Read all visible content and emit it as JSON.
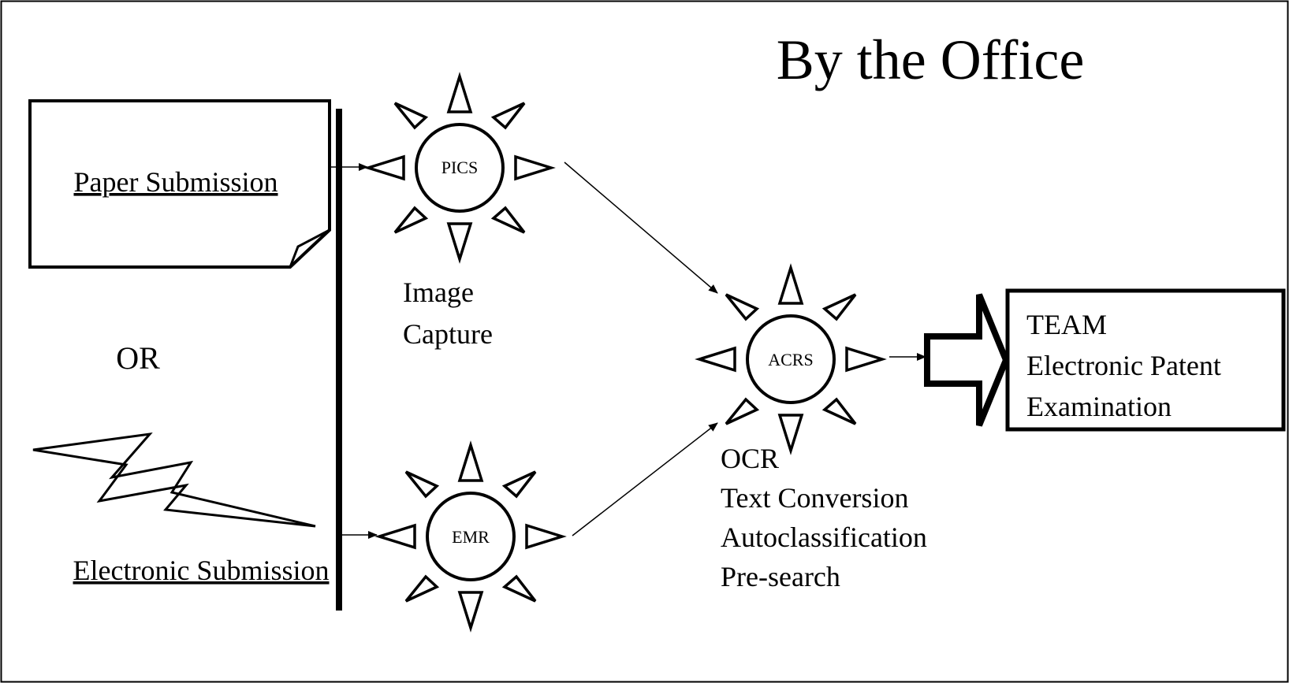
{
  "title": "By the Office",
  "inputs": {
    "paper_label": "Paper Submission",
    "or_label": "OR",
    "electronic_label": "Electronic Submission"
  },
  "nodes": {
    "pics": {
      "name": "PICS",
      "caption": [
        "Image",
        "Capture"
      ]
    },
    "emr": {
      "name": "EMR"
    },
    "acrs": {
      "name": "ACRS",
      "caption": [
        "OCR",
        "Text Conversion",
        "Autoclassification",
        "Pre-search"
      ]
    }
  },
  "output": {
    "lines": [
      "TEAM",
      "Electronic Patent",
      "Examination"
    ]
  }
}
